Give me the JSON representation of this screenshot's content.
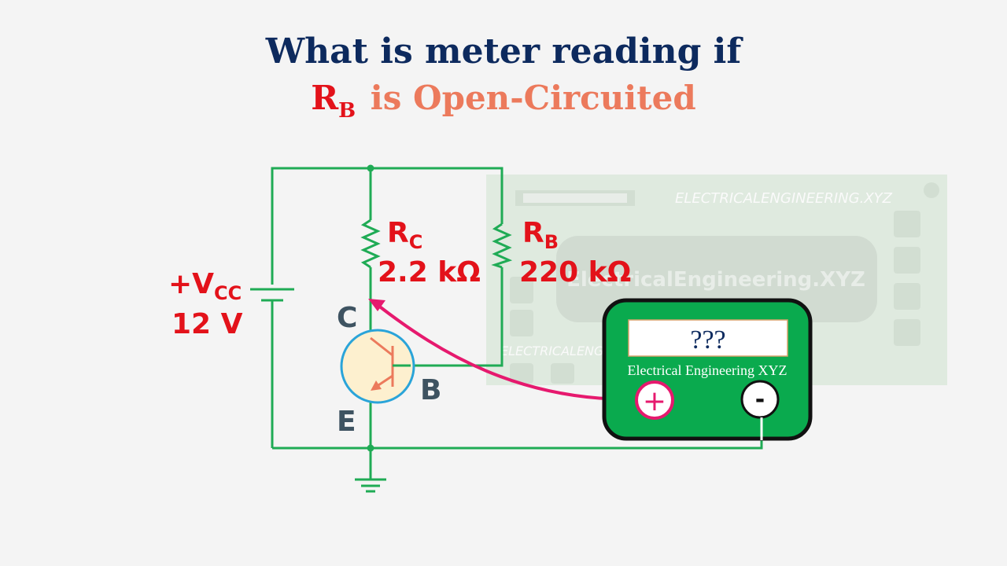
{
  "title": {
    "line1": "What is meter reading if",
    "rb_main": "R",
    "rb_sub": "B",
    "line2_rest": "is Open-Circuited"
  },
  "circuit": {
    "vcc_label_main": "+V",
    "vcc_label_sub": "CC",
    "vcc_value": "12 V",
    "rc_label_main": "R",
    "rc_label_sub": "C",
    "rc_value": "2.2 kΩ",
    "rb_label_main": "R",
    "rb_label_sub": "B",
    "rb_value": "220 kΩ",
    "collector_label": "C",
    "base_label": "B",
    "emitter_label": "E"
  },
  "meter": {
    "display": "???",
    "brand": "Electrical Engineering XYZ",
    "positive_symbol": "+",
    "negative_symbol": "-"
  },
  "watermark": {
    "text_top": "ELECTRICALENGINEERING.XYZ",
    "text_chip": "ElectricalEngineering.XYZ",
    "text_bottom": "ELECTRICALENG"
  },
  "colors": {
    "wire": "#1fab55",
    "transistor_outline": "#2aa4d9",
    "transistor_fill": "#fdf0cf",
    "transistor_symbol": "#ec7a5c",
    "probe": "#e6196e",
    "meter_body": "#0aaa4e",
    "title_dark": "#0d2a5e",
    "accent_red": "#e3121a"
  }
}
